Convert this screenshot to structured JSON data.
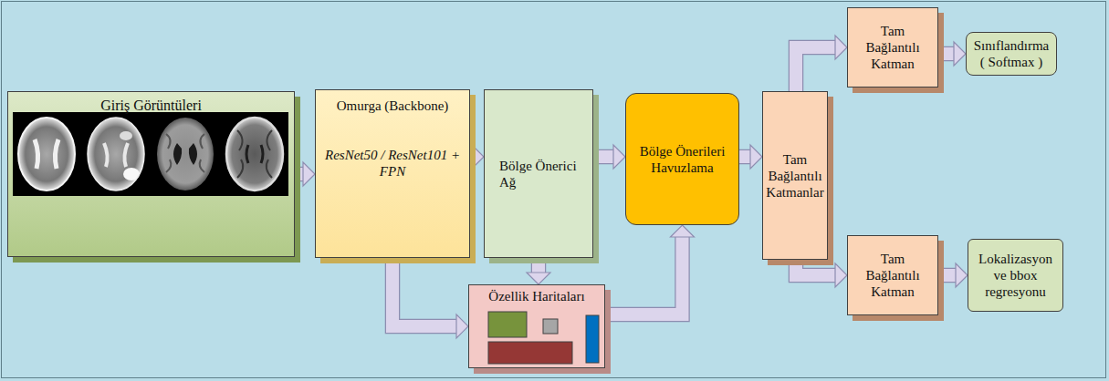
{
  "diagram": {
    "nodes": [
      {
        "text": [
          "Giriş Görüntüleri"
        ]
      },
      {
        "text": [
          "Omurga (Backbone)",
          "ResNet50 / ResNet101 + FPN"
        ]
      },
      {
        "text": [
          "Bölge Önerici Ağ"
        ]
      },
      {
        "text": [
          "Özellik Haritaları"
        ]
      },
      {
        "text": [
          "Bölge Önerileri Havuzlama"
        ]
      },
      {
        "text": [
          "Tam Bağlantılı Katmanlar"
        ]
      },
      {
        "text": [
          "Tam Bağlantılı Katman"
        ]
      },
      {
        "text": [
          "Sınıflandırma ( Softmax )"
        ]
      },
      {
        "text": [
          "Tam Bağlantılı Katman"
        ]
      },
      {
        "text": [
          "Lokalizasyon ve bbox regresyonu"
        ]
      }
    ],
    "edges": [
      {
        "from": 0,
        "to": 1,
        "arrow": "to"
      },
      {
        "from": 1,
        "to": 2,
        "arrow": "to"
      },
      {
        "from": 1,
        "to": 3,
        "arrow": "to"
      },
      {
        "from": 2,
        "to": 3,
        "arrow": "to"
      },
      {
        "from": 2,
        "to": 4,
        "arrow": "to"
      },
      {
        "from": 3,
        "to": 4,
        "arrow": "to"
      },
      {
        "from": 4,
        "to": 5,
        "arrow": "to"
      },
      {
        "from": 5,
        "to": 6,
        "arrow": "to"
      },
      {
        "from": 6,
        "to": 7,
        "arrow": "to"
      },
      {
        "from": 5,
        "to": 8,
        "arrow": "to"
      },
      {
        "from": 8,
        "to": 9,
        "arrow": "to"
      }
    ]
  }
}
